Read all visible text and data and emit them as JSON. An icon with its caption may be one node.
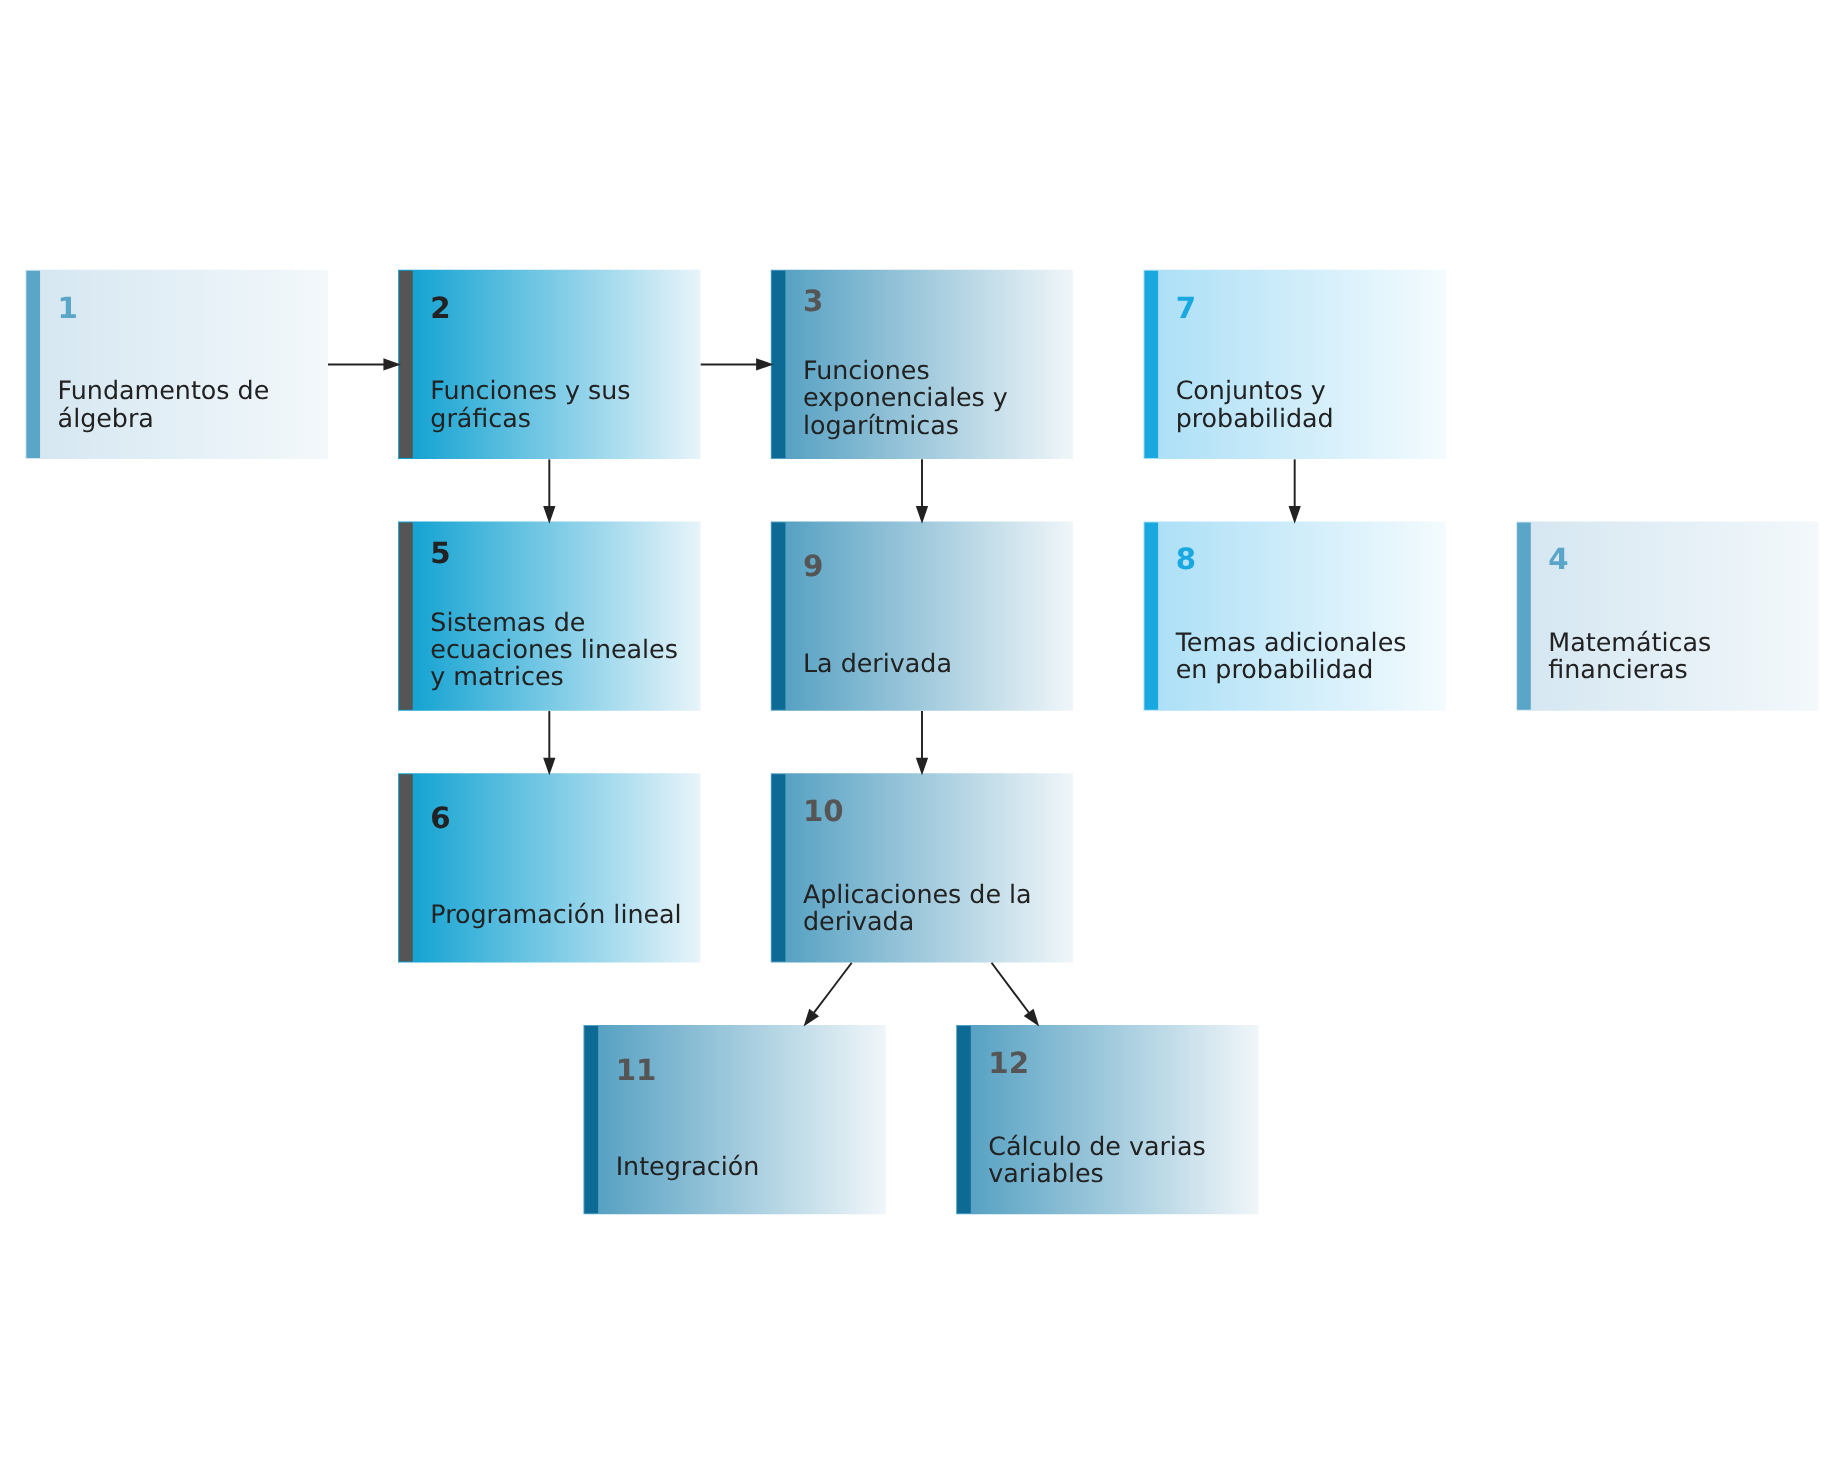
{
  "diagram": {
    "nodes": [
      {
        "text": [
          "1",
          "Fundamentos de álgebra"
        ]
      },
      {
        "text": [
          "2",
          "Funciones y sus gráficas"
        ]
      },
      {
        "text": [
          "3",
          "Funciones exponenciales y logarítmicas"
        ]
      },
      {
        "text": [
          "7",
          "Conjuntos y probabilidad"
        ]
      },
      {
        "text": [
          "4",
          "Matemáticas financieras"
        ]
      },
      {
        "text": [
          "5",
          "Sistemas de ecuaciones lineales y matrices"
        ]
      },
      {
        "text": [
          "9",
          "La derivada"
        ]
      },
      {
        "text": [
          "8",
          "Temas adicionales en probabilidad"
        ]
      },
      {
        "text": [
          "6",
          "Programación lineal"
        ]
      },
      {
        "text": [
          "10",
          "Aplicaciones de la derivada"
        ]
      },
      {
        "text": [
          "11",
          "Integración"
        ]
      },
      {
        "text": [
          "12",
          "Cálculo de varias variables"
        ]
      }
    ],
    "edges": [
      {
        "from": 0,
        "to": 1,
        "arrow": "to"
      },
      {
        "from": 1,
        "to": 2,
        "arrow": "to"
      },
      {
        "from": 1,
        "to": 5,
        "arrow": "to"
      },
      {
        "from": 2,
        "to": 6,
        "arrow": "to"
      },
      {
        "from": 3,
        "to": 7,
        "arrow": "to"
      },
      {
        "from": 5,
        "to": 8,
        "arrow": "to"
      },
      {
        "from": 6,
        "to": 9,
        "arrow": "to"
      },
      {
        "from": 9,
        "to": 10,
        "arrow": "to"
      },
      {
        "from": 9,
        "to": 11,
        "arrow": "to"
      }
    ]
  }
}
